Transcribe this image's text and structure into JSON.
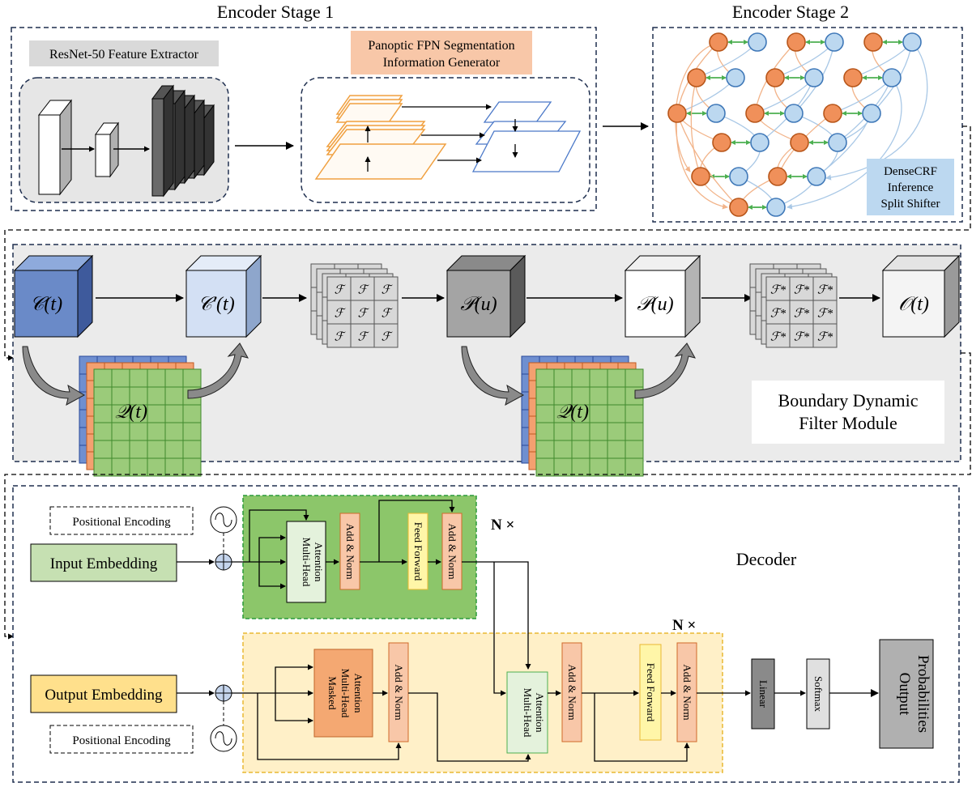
{
  "stage_titles": {
    "encoder1": "Encoder Stage 1",
    "encoder2": "Encoder Stage 2"
  },
  "encoder1": {
    "resnet_label": "ResNet-50 Feature Extractor",
    "fpn_label_line1": "Panoptic FPN Segmentation",
    "fpn_label_line2": "Information Generator"
  },
  "encoder2": {
    "densecrf_line1": "DenseCRF",
    "densecrf_line2": "Inference",
    "densecrf_line3": "Split Shifter"
  },
  "bdf": {
    "c_t": "𝒞(t)",
    "c_prime_t": "𝒞′(t)",
    "p_u_1": "𝒫(u)",
    "p_u_2": "𝒫(u)",
    "o_t": "𝒪(t)",
    "q_t_1": "𝒬(t)",
    "q_t_2": "𝒬(t)",
    "f": "ℱ",
    "f_star": "ℱ*",
    "module_line1": "Boundary Dynamic",
    "module_line2": "Filter Module"
  },
  "decoder": {
    "positional_encoding_top": "Positional Encoding",
    "positional_encoding_bottom": "Positional Encoding",
    "input_embedding": "Input Embedding",
    "output_embedding": "Output Embedding",
    "mha_top_line1": "Multi-Head",
    "mha_top_line2": "Attention",
    "addnorm_1": "Add & Norm",
    "feedforward_top": "Feed Forward",
    "addnorm_2": "Add & Norm",
    "nx_top": "N ×",
    "nx_bottom": "N ×",
    "title": "Decoder",
    "masked_line1": "Masked",
    "masked_line2": "Multi-Head",
    "masked_line3": "Attention",
    "addnorm_3": "Add & Norm",
    "mha_bottom_line1": "Multi-Head",
    "mha_bottom_line2": "Attention",
    "addnorm_4": "Add & Norm",
    "feedforward_bottom": "Feed Forward",
    "addnorm_5": "Add & Norm",
    "linear": "Linear",
    "softmax": "Softmax",
    "output_line1": "Output",
    "output_line2": "Probabilities"
  },
  "colors": {
    "crf_orange": "#f0905a",
    "crf_blue": "#bcd8f0",
    "green_block": "#8cc66a",
    "yellow_block": "#fff0c8",
    "addnorm": "#f8c7a8",
    "feedforward": "#fff6a8"
  }
}
